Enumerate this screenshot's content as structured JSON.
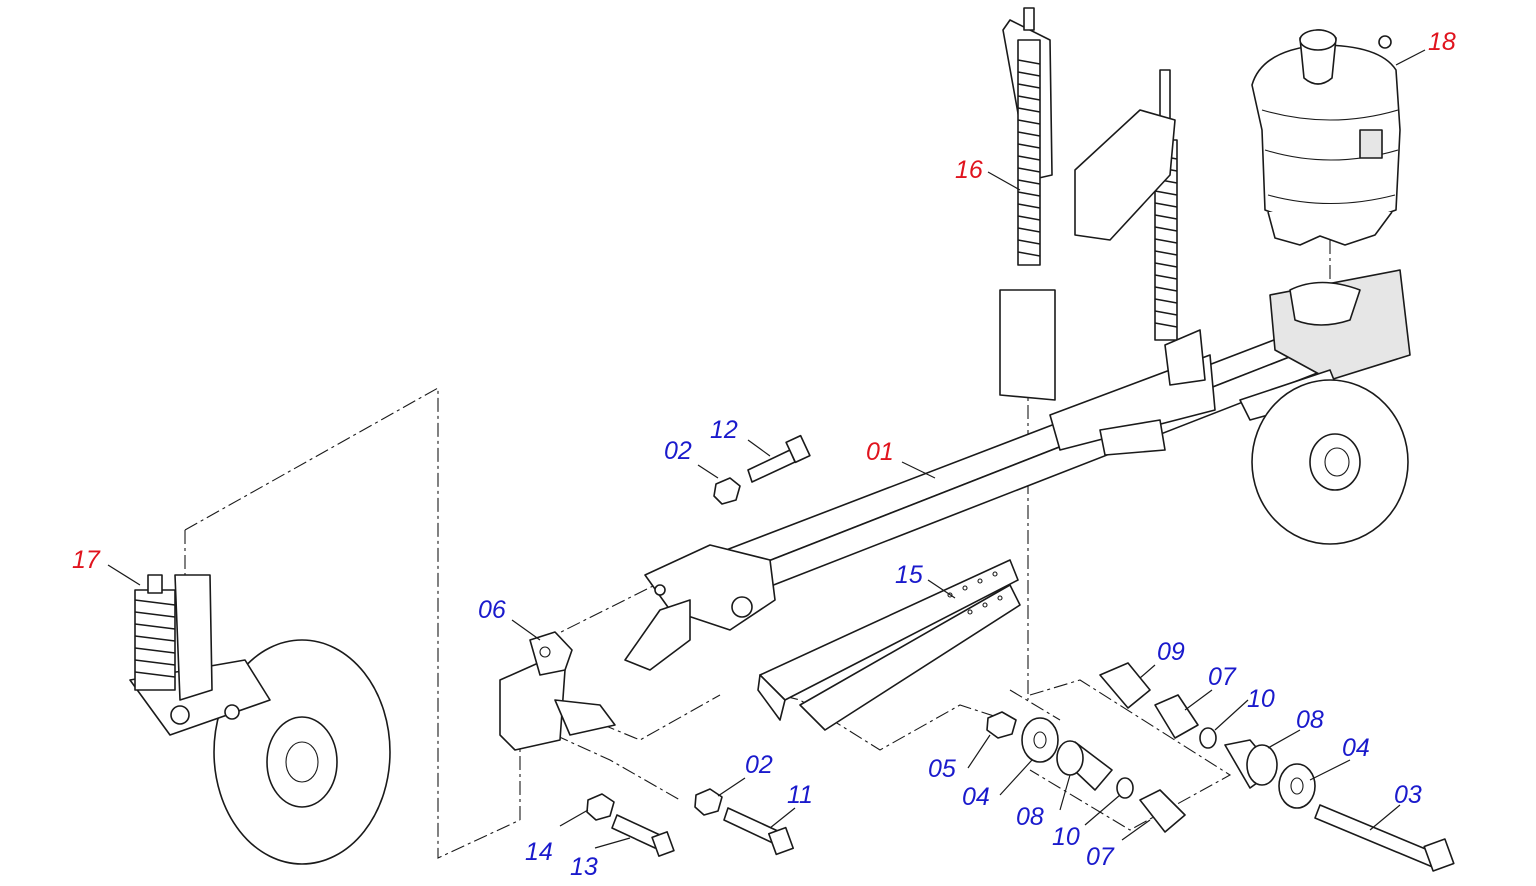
{
  "callouts": [
    {
      "id": "01",
      "kind": "assembly",
      "color": "#e0141e"
    },
    {
      "id": "02",
      "kind": "part",
      "color": "#1a1acc"
    },
    {
      "id": "02",
      "kind": "part",
      "color": "#1a1acc"
    },
    {
      "id": "03",
      "kind": "part",
      "color": "#1a1acc"
    },
    {
      "id": "04",
      "kind": "part",
      "color": "#1a1acc"
    },
    {
      "id": "04",
      "kind": "part",
      "color": "#1a1acc"
    },
    {
      "id": "05",
      "kind": "part",
      "color": "#1a1acc"
    },
    {
      "id": "06",
      "kind": "part",
      "color": "#1a1acc"
    },
    {
      "id": "07",
      "kind": "part",
      "color": "#1a1acc"
    },
    {
      "id": "07",
      "kind": "part",
      "color": "#1a1acc"
    },
    {
      "id": "08",
      "kind": "part",
      "color": "#1a1acc"
    },
    {
      "id": "08",
      "kind": "part",
      "color": "#1a1acc"
    },
    {
      "id": "09",
      "kind": "part",
      "color": "#1a1acc"
    },
    {
      "id": "10",
      "kind": "part",
      "color": "#1a1acc"
    },
    {
      "id": "10",
      "kind": "part",
      "color": "#1a1acc"
    },
    {
      "id": "11",
      "kind": "part",
      "color": "#1a1acc"
    },
    {
      "id": "12",
      "kind": "part",
      "color": "#1a1acc"
    },
    {
      "id": "13",
      "kind": "part",
      "color": "#1a1acc"
    },
    {
      "id": "14",
      "kind": "part",
      "color": "#1a1acc"
    },
    {
      "id": "15",
      "kind": "part",
      "color": "#1a1acc"
    },
    {
      "id": "16",
      "kind": "assembly",
      "color": "#e0141e"
    },
    {
      "id": "17",
      "kind": "assembly",
      "color": "#e0141e"
    },
    {
      "id": "18",
      "kind": "assembly",
      "color": "#e0141e"
    }
  ],
  "components": [
    "main-beam",
    "seed-hopper",
    "press-wheel-springs",
    "row-cleaner-disc-assembly",
    "mounting-bracket",
    "parallel-link-arm",
    "bolt",
    "nut",
    "washer",
    "bushing",
    "spacer",
    "snap-ring"
  ]
}
